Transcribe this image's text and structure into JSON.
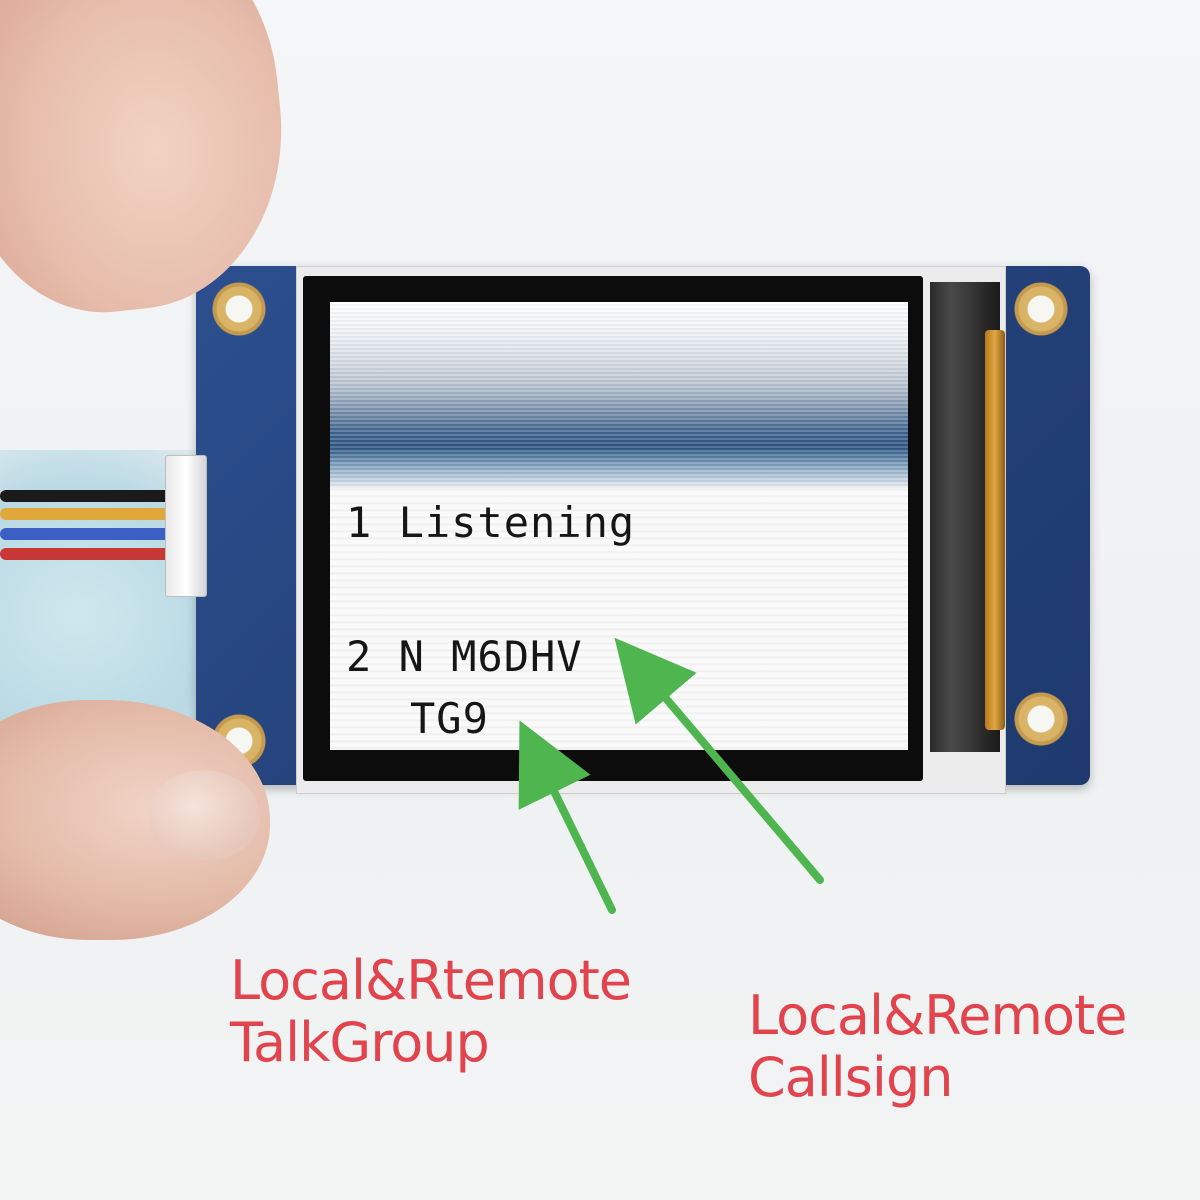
{
  "screen": {
    "line1": "1 Listening",
    "line2": "2 N M6DHV",
    "line3": "TG9"
  },
  "annotations": {
    "talkgroup_line1": "Local&Rtemote",
    "talkgroup_line2": "TalkGroup",
    "callsign_line1": "Local&Remote",
    "callsign_line2": "Callsign"
  },
  "colors": {
    "pcb": "#24427a",
    "label_text": "#e2444e",
    "arrow": "#4fb64f"
  }
}
